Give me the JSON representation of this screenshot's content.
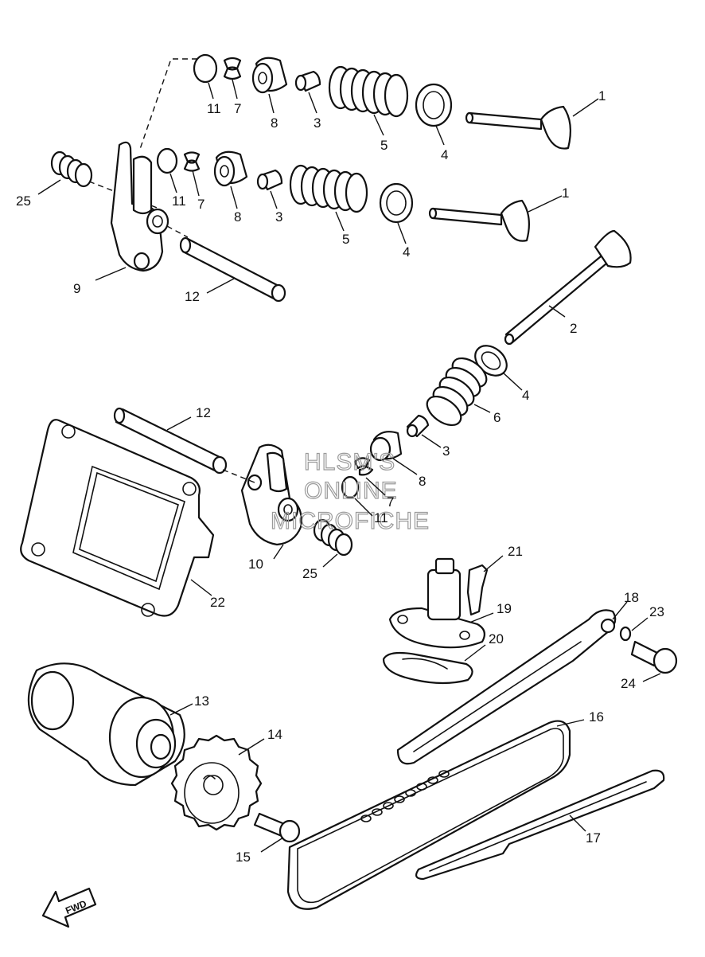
{
  "watermark": {
    "line1": "HLSM'S",
    "line2": "ONLINE",
    "line3": "MICROFICHE"
  },
  "direction_badge": {
    "label": "FWD"
  },
  "callouts": [
    "11",
    "7",
    "8",
    "3",
    "5",
    "4",
    "1",
    "25",
    "11",
    "7",
    "8",
    "3",
    "5",
    "4",
    "1",
    "9",
    "12",
    "2",
    "4",
    "6",
    "3",
    "12",
    "8",
    "7",
    "11",
    "10",
    "25",
    "22",
    "21",
    "19",
    "20",
    "18",
    "23",
    "24",
    "13",
    "14",
    "16",
    "15",
    "17"
  ]
}
